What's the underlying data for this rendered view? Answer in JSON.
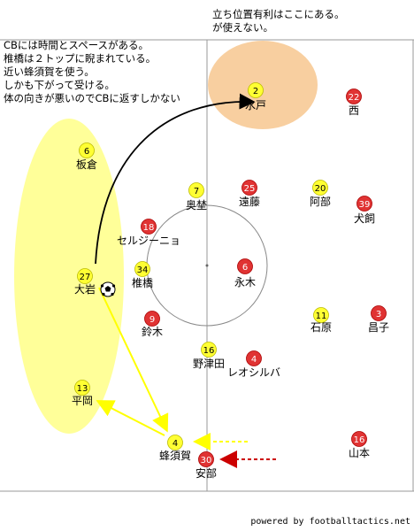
{
  "notes_left": [
    "CBには時間とスペースがある。",
    "椎橋は２トップに睨まれている。",
    "近い蜂須賀を使う。",
    "しかも下がって受ける。",
    "体の向きが悪いのでCBに返すしかない"
  ],
  "notes_top": [
    "立ち位置有利はここにある。",
    "が使えない。"
  ],
  "credit": "powered by footballtactics.net",
  "colors": {
    "team_yellow": "#ffff33",
    "team_red": "#e03333",
    "zone_yellow": "#ffff99",
    "zone_orange": "#f8cfa0",
    "pass_black": "#000000",
    "pass_yellow": "#ffff00",
    "dash_red": "#cc0000"
  },
  "players": [
    {
      "num": "2",
      "name": "水戸",
      "team": "yellow"
    },
    {
      "num": "22",
      "name": "西",
      "team": "red"
    },
    {
      "num": "6",
      "name": "板倉",
      "team": "yellow"
    },
    {
      "num": "7",
      "name": "奥埜",
      "team": "yellow"
    },
    {
      "num": "25",
      "name": "遠藤",
      "team": "red"
    },
    {
      "num": "20",
      "name": "阿部",
      "team": "yellow"
    },
    {
      "num": "39",
      "name": "犬飼",
      "team": "red"
    },
    {
      "num": "18",
      "name": "セルジーニョ",
      "team": "red"
    },
    {
      "num": "27",
      "name": "大岩",
      "team": "yellow"
    },
    {
      "num": "34",
      "name": "椎橋",
      "team": "yellow"
    },
    {
      "num": "6",
      "name": "永木",
      "team": "red"
    },
    {
      "num": "9",
      "name": "鈴木",
      "team": "red"
    },
    {
      "num": "11",
      "name": "石原",
      "team": "yellow"
    },
    {
      "num": "3",
      "name": "昌子",
      "team": "red"
    },
    {
      "num": "16",
      "name": "野津田",
      "team": "yellow"
    },
    {
      "num": "4",
      "name": "レオシルバ",
      "team": "red"
    },
    {
      "num": "13",
      "name": "平岡",
      "team": "yellow"
    },
    {
      "num": "4",
      "name": "蜂須賀",
      "team": "yellow"
    },
    {
      "num": "30",
      "name": "安部",
      "team": "red"
    },
    {
      "num": "16",
      "name": "山本",
      "team": "red"
    }
  ]
}
